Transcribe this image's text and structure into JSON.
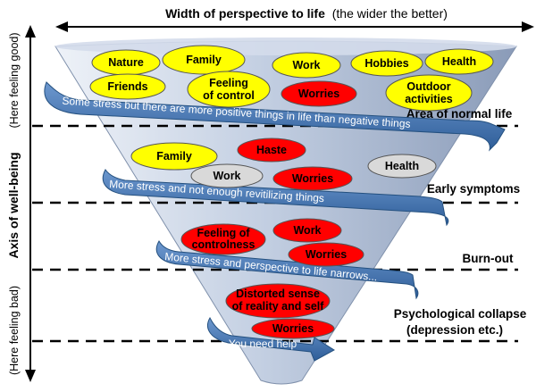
{
  "title": {
    "main": "Width of perspective to life",
    "sub": "(the wider the better)"
  },
  "axis": {
    "label": "Axis of well-being",
    "top": "(Here feeling good)",
    "bottom": "(Here feeling bad)"
  },
  "zones": [
    {
      "label": "Area of normal life"
    },
    {
      "label": "Early symptoms"
    },
    {
      "label": "Burn-out"
    },
    {
      "label": "Psychological collapse"
    },
    {
      "label": "(depression etc.)"
    }
  ],
  "ribbons": [
    "Some stress but there are more positive things in life than negative things",
    "More stress and not enough revitilizing things",
    "More stress and perspective to life narrows...",
    "You need help"
  ],
  "bubbles": [
    {
      "text": "Nature",
      "color": "#ffff00"
    },
    {
      "text": "Family",
      "color": "#ffff00"
    },
    {
      "text": "Work",
      "color": "#ffff00"
    },
    {
      "text": "Hobbies",
      "color": "#ffff00"
    },
    {
      "text": "Health",
      "color": "#ffff00"
    },
    {
      "text": "Friends",
      "color": "#ffff00"
    },
    {
      "text": "Feeling",
      "text2": "of control",
      "color": "#ffff00"
    },
    {
      "text": "Worries",
      "color": "#ff0000"
    },
    {
      "text": "Outdoor",
      "text2": "activities",
      "color": "#ffff00"
    },
    {
      "text": "Family",
      "color": "#ffff00"
    },
    {
      "text": "Haste",
      "color": "#ff0000"
    },
    {
      "text": "Work",
      "color": "#d9d9d9"
    },
    {
      "text": "Worries",
      "color": "#ff0000"
    },
    {
      "text": "Health",
      "color": "#d9d9d9"
    },
    {
      "text": "Feeling of",
      "text2": "controlness",
      "color": "#ff0000"
    },
    {
      "text": "Work",
      "color": "#ff0000"
    },
    {
      "text": "Worries",
      "color": "#ff0000"
    },
    {
      "text": "Distorted sense",
      "text2": "of reality and self",
      "color": "#ff0000"
    },
    {
      "text": "Worries",
      "color": "#ff0000"
    }
  ],
  "colors": {
    "funnel": "#a6b7d2",
    "ribbon": "#4f81bd",
    "positive": "#ffff00",
    "negative": "#ff0000",
    "neutral": "#d9d9d9"
  }
}
